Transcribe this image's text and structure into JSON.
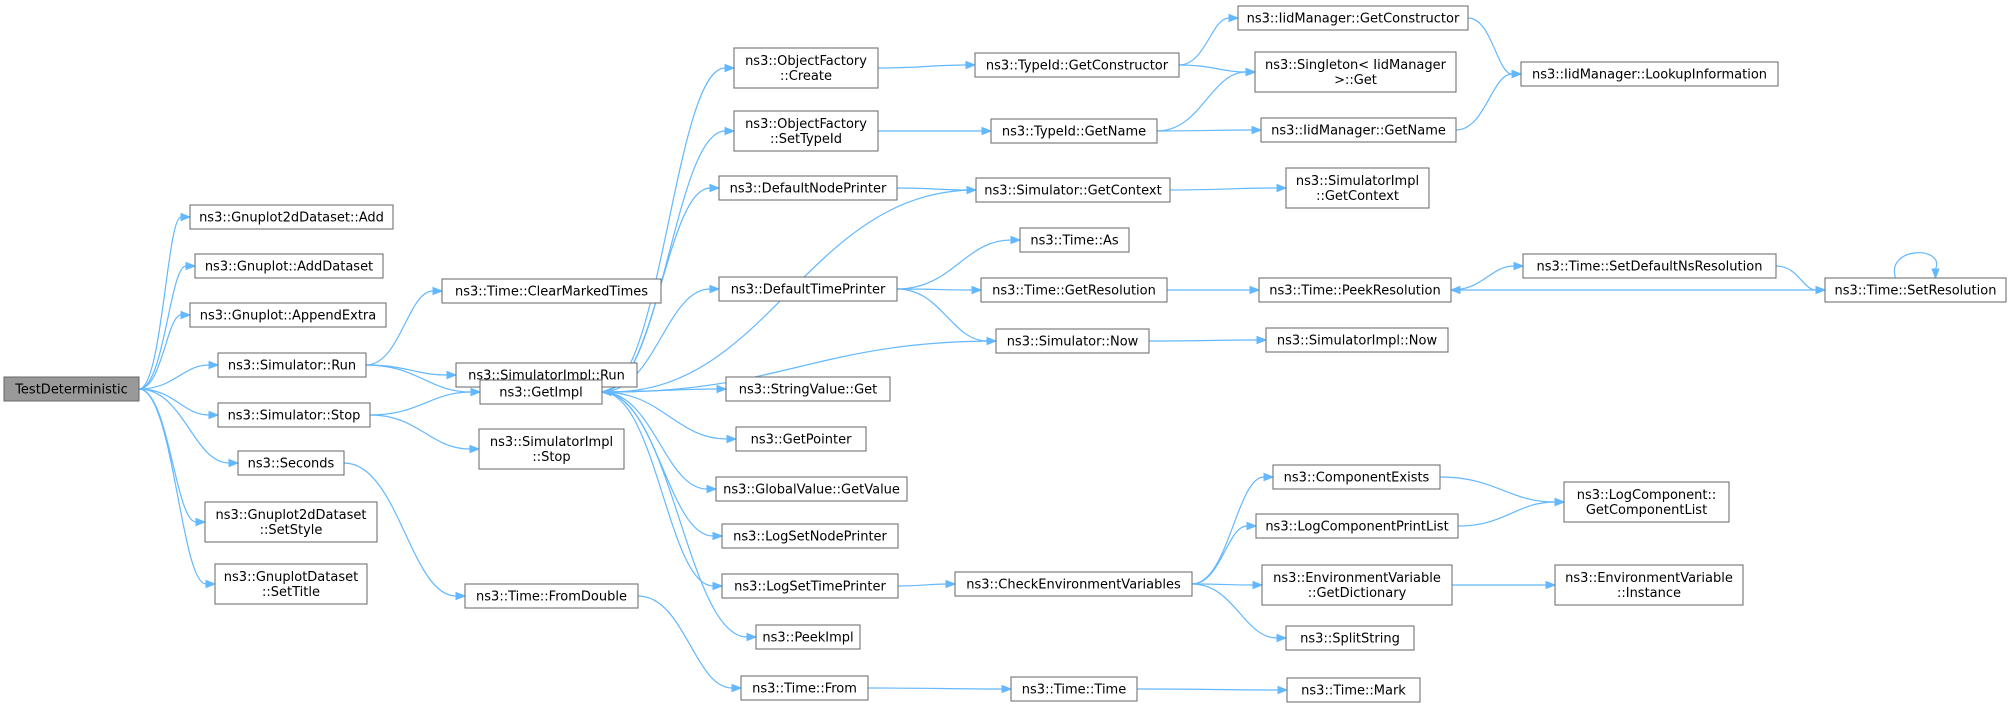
{
  "nodes": [
    {
      "id": "root",
      "lines": [
        "TestDeterministic"
      ],
      "root": true
    },
    {
      "id": "gnuplot2d_add",
      "lines": [
        "ns3::Gnuplot2dDataset::Add"
      ]
    },
    {
      "id": "gnuplot_adddataset",
      "lines": [
        "ns3::Gnuplot::AddDataset"
      ]
    },
    {
      "id": "gnuplot_appendextra",
      "lines": [
        "ns3::Gnuplot::AppendExtra"
      ]
    },
    {
      "id": "sim_run",
      "lines": [
        "ns3::Simulator::Run"
      ]
    },
    {
      "id": "sim_stop",
      "lines": [
        "ns3::Simulator::Stop"
      ]
    },
    {
      "id": "seconds",
      "lines": [
        "ns3::Seconds"
      ]
    },
    {
      "id": "g2d_setstyle",
      "lines": [
        "ns3::Gnuplot2dDataset",
        "::SetStyle"
      ]
    },
    {
      "id": "gds_settitle",
      "lines": [
        "ns3::GnuplotDataset",
        "::SetTitle"
      ]
    },
    {
      "id": "time_clearmarked",
      "lines": [
        "ns3::Time::ClearMarkedTimes"
      ]
    },
    {
      "id": "simimpl_run",
      "lines": [
        "ns3::SimulatorImpl::Run"
      ]
    },
    {
      "id": "getimpl",
      "lines": [
        "ns3::GetImpl"
      ]
    },
    {
      "id": "simimpl_stop",
      "lines": [
        "ns3::SimulatorImpl",
        "::Stop"
      ]
    },
    {
      "id": "time_fromdouble",
      "lines": [
        "ns3::Time::FromDouble"
      ]
    },
    {
      "id": "of_create",
      "lines": [
        "ns3::ObjectFactory",
        "::Create"
      ]
    },
    {
      "id": "of_settypeid",
      "lines": [
        "ns3::ObjectFactory",
        "::SetTypeId"
      ]
    },
    {
      "id": "defaultnodeprinter",
      "lines": [
        "ns3::DefaultNodePrinter"
      ]
    },
    {
      "id": "defaulttimeprinter",
      "lines": [
        "ns3::DefaultTimePrinter"
      ]
    },
    {
      "id": "stringvalue_get",
      "lines": [
        "ns3::StringValue::Get"
      ]
    },
    {
      "id": "getpointer",
      "lines": [
        "ns3::GetPointer"
      ]
    },
    {
      "id": "globalvalue_getvalue",
      "lines": [
        "ns3::GlobalValue::GetValue"
      ]
    },
    {
      "id": "logsetnodeprinter",
      "lines": [
        "ns3::LogSetNodePrinter"
      ]
    },
    {
      "id": "logsettimeprinter",
      "lines": [
        "ns3::LogSetTimePrinter"
      ]
    },
    {
      "id": "peekimpl",
      "lines": [
        "ns3::PeekImpl"
      ]
    },
    {
      "id": "time_from",
      "lines": [
        "ns3::Time::From"
      ]
    },
    {
      "id": "typeid_getconstructor",
      "lines": [
        "ns3::TypeId::GetConstructor"
      ]
    },
    {
      "id": "typeid_getname",
      "lines": [
        "ns3::TypeId::GetName"
      ]
    },
    {
      "id": "sim_getcontext",
      "lines": [
        "ns3::Simulator::GetContext"
      ]
    },
    {
      "id": "time_as",
      "lines": [
        "ns3::Time::As"
      ]
    },
    {
      "id": "time_getresolution",
      "lines": [
        "ns3::Time::GetResolution"
      ]
    },
    {
      "id": "sim_now",
      "lines": [
        "ns3::Simulator::Now"
      ]
    },
    {
      "id": "checkenv",
      "lines": [
        "ns3::CheckEnvironmentVariables"
      ]
    },
    {
      "id": "time_time",
      "lines": [
        "ns3::Time::Time"
      ]
    },
    {
      "id": "iid_getconstructor",
      "lines": [
        "ns3::IidManager::GetConstructor"
      ]
    },
    {
      "id": "singleton_get",
      "lines": [
        "ns3::Singleton< IidManager",
        ">::Get"
      ]
    },
    {
      "id": "iid_getname",
      "lines": [
        "ns3::IidManager::GetName"
      ]
    },
    {
      "id": "simimpl_getcontext",
      "lines": [
        "ns3::SimulatorImpl",
        "::GetContext"
      ]
    },
    {
      "id": "time_peekresolution",
      "lines": [
        "ns3::Time::PeekResolution"
      ]
    },
    {
      "id": "simimpl_now",
      "lines": [
        "ns3::SimulatorImpl::Now"
      ]
    },
    {
      "id": "componentexists",
      "lines": [
        "ns3::ComponentExists"
      ]
    },
    {
      "id": "logcomponentprintlist",
      "lines": [
        "ns3::LogComponentPrintList"
      ]
    },
    {
      "id": "envvar_getdictionary",
      "lines": [
        "ns3::EnvironmentVariable",
        "::GetDictionary"
      ]
    },
    {
      "id": "splitstring",
      "lines": [
        "ns3::SplitString"
      ]
    },
    {
      "id": "time_mark",
      "lines": [
        "ns3::Time::Mark"
      ]
    },
    {
      "id": "iid_lookupinformation",
      "lines": [
        "ns3::IidManager::LookupInformation"
      ]
    },
    {
      "id": "time_setdefaultnsresolution",
      "lines": [
        "ns3::Time::SetDefaultNsResolution"
      ]
    },
    {
      "id": "logcomponent_getcomponentlist",
      "lines": [
        "ns3::LogComponent::",
        "GetComponentList"
      ]
    },
    {
      "id": "envvar_instance",
      "lines": [
        "ns3::EnvironmentVariable",
        "::Instance"
      ]
    },
    {
      "id": "time_setresolution",
      "lines": [
        "ns3::Time::SetResolution"
      ]
    }
  ],
  "edges": [
    [
      "root",
      "gnuplot2d_add"
    ],
    [
      "root",
      "gnuplot_adddataset"
    ],
    [
      "root",
      "gnuplot_appendextra"
    ],
    [
      "root",
      "sim_run"
    ],
    [
      "root",
      "sim_stop"
    ],
    [
      "root",
      "seconds"
    ],
    [
      "root",
      "g2d_setstyle"
    ],
    [
      "root",
      "gds_settitle"
    ],
    [
      "sim_run",
      "time_clearmarked"
    ],
    [
      "sim_run",
      "simimpl_run"
    ],
    [
      "sim_run",
      "getimpl"
    ],
    [
      "sim_stop",
      "getimpl"
    ],
    [
      "sim_stop",
      "simimpl_stop"
    ],
    [
      "seconds",
      "time_fromdouble"
    ],
    [
      "time_fromdouble",
      "time_from"
    ],
    [
      "getimpl",
      "of_create"
    ],
    [
      "getimpl",
      "of_settypeid"
    ],
    [
      "getimpl",
      "defaultnodeprinter"
    ],
    [
      "getimpl",
      "defaulttimeprinter"
    ],
    [
      "getimpl",
      "stringvalue_get"
    ],
    [
      "getimpl",
      "getpointer"
    ],
    [
      "getimpl",
      "globalvalue_getvalue"
    ],
    [
      "getimpl",
      "logsetnodeprinter"
    ],
    [
      "getimpl",
      "logsettimeprinter"
    ],
    [
      "getimpl",
      "peekimpl"
    ],
    [
      "of_create",
      "typeid_getconstructor"
    ],
    [
      "of_settypeid",
      "typeid_getname"
    ],
    [
      "defaultnodeprinter",
      "sim_getcontext"
    ],
    [
      "sim_getcontext",
      "getimpl"
    ],
    [
      "sim_getcontext",
      "simimpl_getcontext"
    ],
    [
      "defaulttimeprinter",
      "time_as"
    ],
    [
      "defaulttimeprinter",
      "time_getresolution"
    ],
    [
      "defaulttimeprinter",
      "sim_now"
    ],
    [
      "sim_now",
      "getimpl"
    ],
    [
      "sim_now",
      "simimpl_now"
    ],
    [
      "logsettimeprinter",
      "checkenv"
    ],
    [
      "time_from",
      "time_time"
    ],
    [
      "typeid_getconstructor",
      "iid_getconstructor"
    ],
    [
      "typeid_getconstructor",
      "singleton_get"
    ],
    [
      "typeid_getname",
      "singleton_get"
    ],
    [
      "typeid_getname",
      "iid_getname"
    ],
    [
      "iid_getconstructor",
      "iid_lookupinformation"
    ],
    [
      "iid_getname",
      "iid_lookupinformation"
    ],
    [
      "time_getresolution",
      "time_peekresolution"
    ],
    [
      "time_peekresolution",
      "time_setdefaultnsresolution"
    ],
    [
      "time_setdefaultnsresolution",
      "time_setresolution"
    ],
    [
      "time_setresolution",
      "time_peekresolution"
    ],
    [
      "time_setresolution",
      "time_setresolution"
    ],
    [
      "checkenv",
      "componentexists"
    ],
    [
      "checkenv",
      "logcomponentprintlist"
    ],
    [
      "checkenv",
      "envvar_getdictionary"
    ],
    [
      "checkenv",
      "splitstring"
    ],
    [
      "componentexists",
      "logcomponent_getcomponentlist"
    ],
    [
      "logcomponentprintlist",
      "logcomponent_getcomponentlist"
    ],
    [
      "envvar_getdictionary",
      "envvar_instance"
    ],
    [
      "time_time",
      "time_mark"
    ]
  ],
  "colors": {
    "edge": "#63b8ff",
    "root_fill": "#999999",
    "node_border": "#666666"
  }
}
